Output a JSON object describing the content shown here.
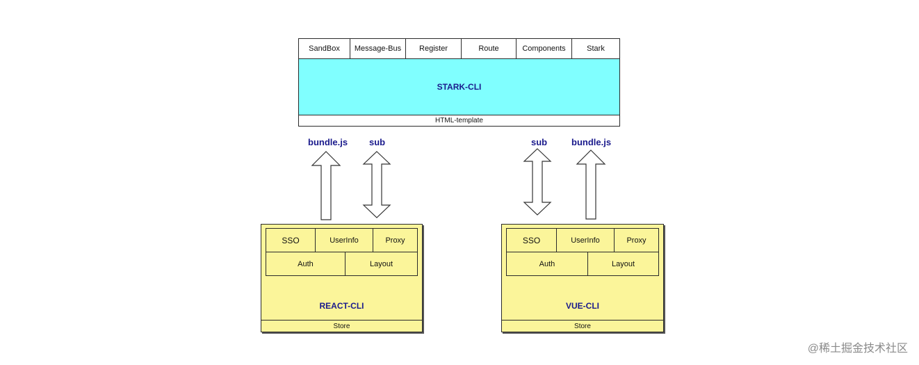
{
  "stark": {
    "header_cells": [
      "SandBox",
      "Message-Bus",
      "Register",
      "Route",
      "Components",
      "Stark"
    ],
    "title": "STARK-CLI",
    "footer": "HTML-template",
    "body_color": "#80ffff"
  },
  "arrows": {
    "left_up_label": "bundle.js",
    "left_both_label": "sub",
    "right_both_label": "sub",
    "right_up_label": "bundle.js",
    "label_color": "#1a1a8c"
  },
  "react_cli": {
    "row1": [
      "SSO",
      "UserInfo",
      "Proxy"
    ],
    "row2": [
      "Auth",
      "Layout"
    ],
    "title": "REACT-CLI",
    "store": "Store"
  },
  "vue_cli": {
    "row1": [
      "SSO",
      "UserInfo",
      "Proxy"
    ],
    "row2": [
      "Auth",
      "Layout"
    ],
    "title": "VUE-CLI",
    "store": "Store"
  },
  "cli_color": "#fbf59a",
  "watermark": "@稀土掘金技术社区"
}
